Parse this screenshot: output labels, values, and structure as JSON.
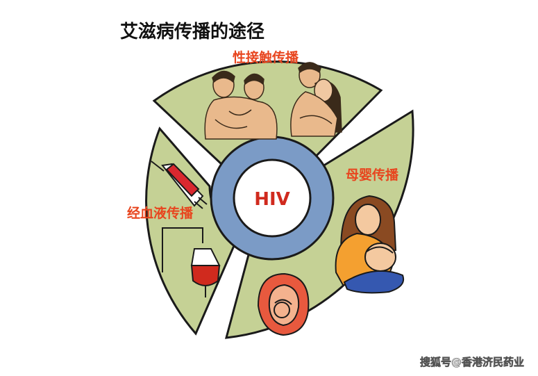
{
  "title": "艾滋病传播的途径",
  "center_label": "HIV",
  "sectors": {
    "top": {
      "label": "性接触传播",
      "icon": "embracing-couples-icon"
    },
    "right": {
      "label": "母婴传播",
      "icon": "mother-breastfeeding-icon"
    },
    "left": {
      "label": "经血液传播",
      "icon": "syringe-and-blood-bag-icon"
    }
  },
  "watermark": "搜狐号@香港济民药业",
  "colors": {
    "sector_fill": "#c5d195",
    "outline": "#1a1a1a",
    "ring_blue": "#7b9bc6",
    "center_fill": "#ffffff",
    "label_red": "#e8451e",
    "hiv_red": "#d02a1e"
  }
}
